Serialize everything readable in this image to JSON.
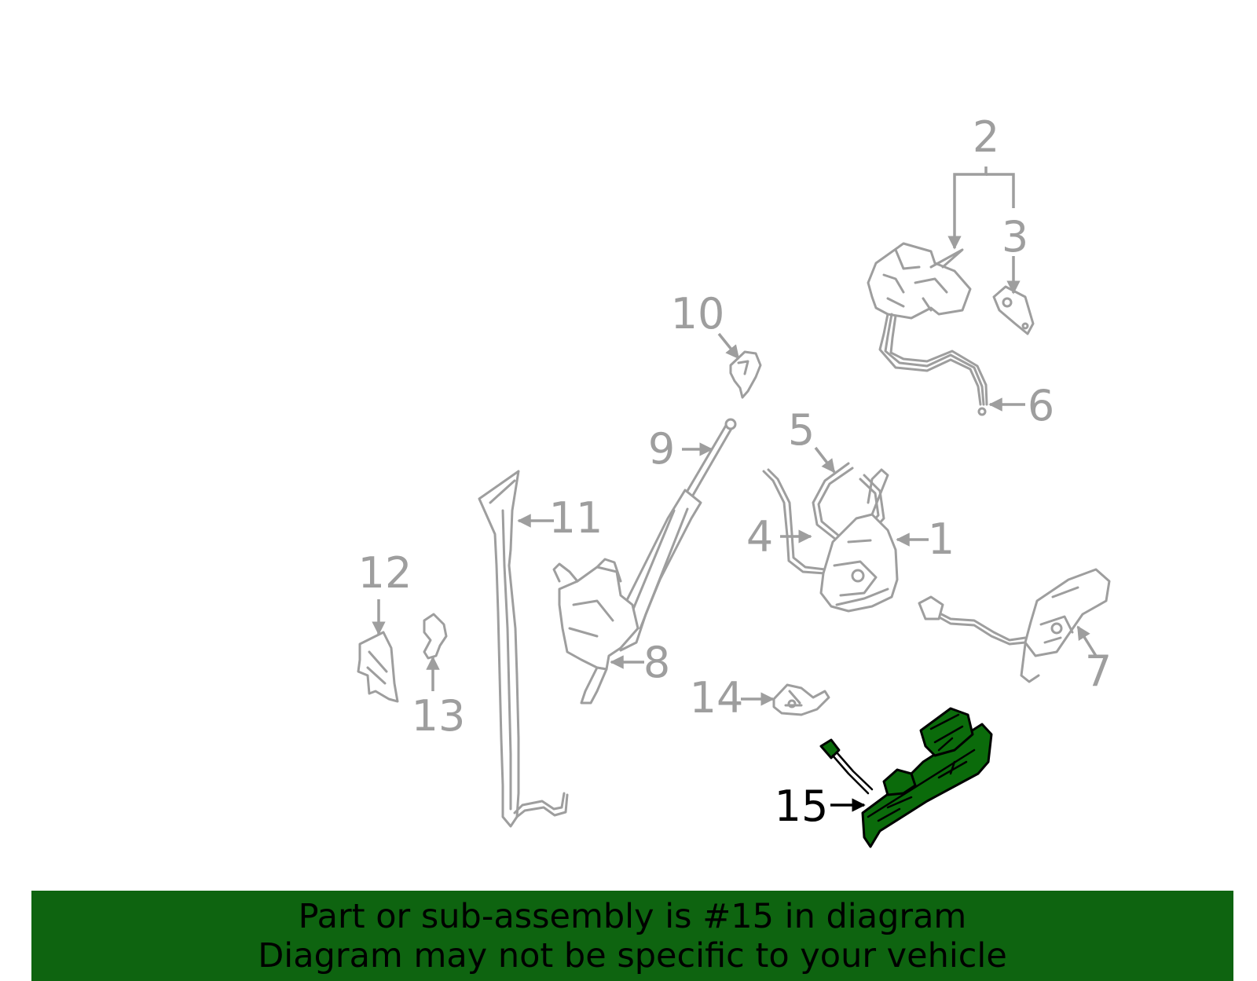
{
  "diagram": {
    "highlight_part": "15",
    "highlight_color": "#0b6b0b",
    "callout_color": "#9e9e9e",
    "callouts": {
      "c1": "1",
      "c2": "2",
      "c3": "3",
      "c4": "4",
      "c5": "5",
      "c6": "6",
      "c7": "7",
      "c8": "8",
      "c9": "9",
      "c10": "10",
      "c11": "11",
      "c12": "12",
      "c13": "13",
      "c14": "14",
      "c15": "15"
    }
  },
  "banner": {
    "background": "#0e6410",
    "line1": "Part or sub-assembly is #15 in diagram",
    "line2": "Diagram may not be specific to your vehicle"
  }
}
